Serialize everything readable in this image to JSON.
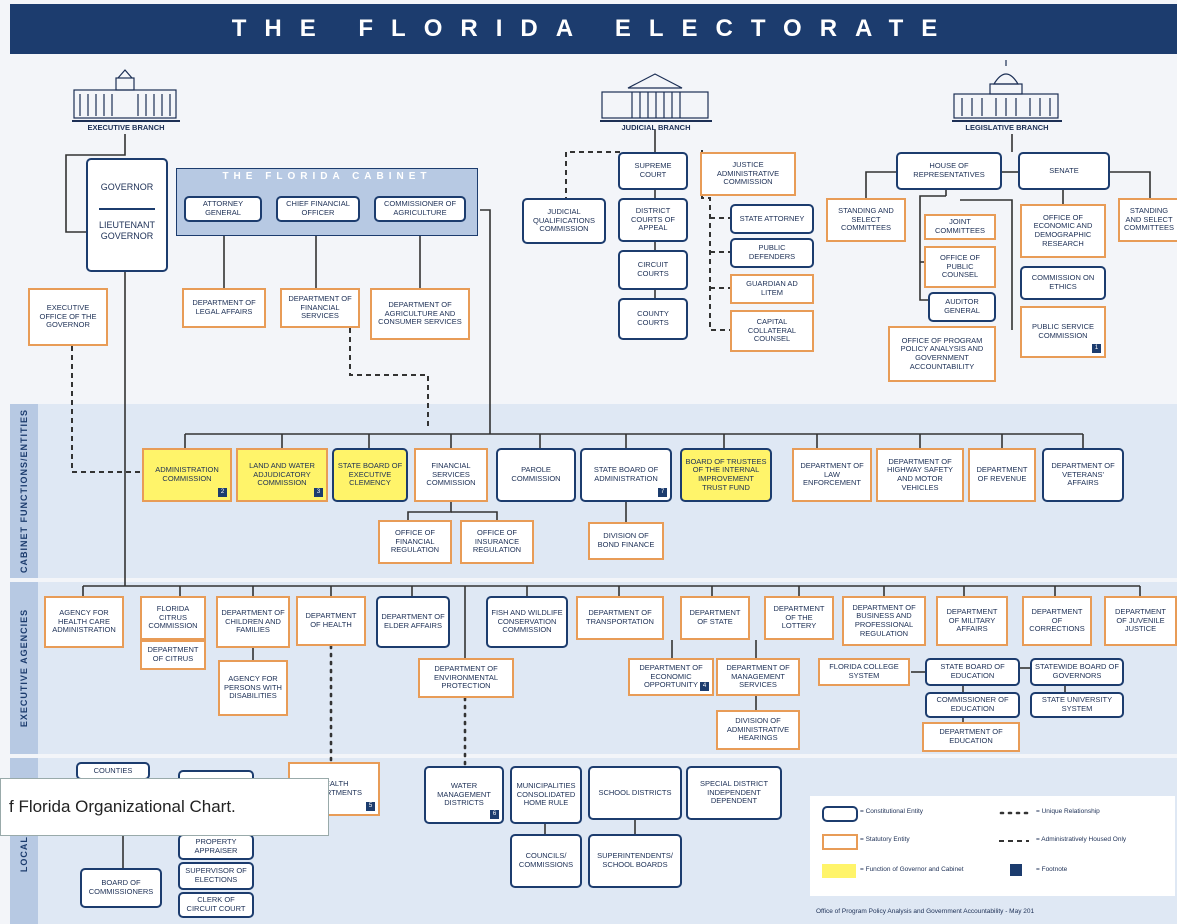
{
  "title": "THE FLORIDA ELECTORATE",
  "branches": {
    "executive": "EXECUTIVE BRANCH",
    "judicial": "JUDICIAL BRANCH",
    "legislative": "LEGISLATIVE BRANCH"
  },
  "side_labels": {
    "cabinet": "CABINET FUNCTIONS/ENTITIES",
    "executive": "EXECUTIVE AGENCIES",
    "local": "LOCAL GOV"
  },
  "cabinet_banner": "THE FLORIDA CABINET",
  "exec": {
    "governor": "GOVERNOR",
    "lt_governor": "LIEUTENANT GOVERNOR",
    "attorney_general": "ATTORNEY GENERAL",
    "cfo": "CHIEF FINANCIAL OFFICER",
    "agriculture": "COMMISSIONER OF AGRICULTURE",
    "eog": "EXECUTIVE OFFICE OF THE GOVERNOR",
    "legal_affairs": "DEPARTMENT OF LEGAL AFFAIRS",
    "financial_services": "DEPARTMENT OF FINANCIAL SERVICES",
    "agri_consumer": "DEPARTMENT OF AGRICULTURE AND CONSUMER SERVICES"
  },
  "judicial": {
    "supreme": "SUPREME COURT",
    "jac": "JUSTICE ADMINISTRATIVE COMMISSION",
    "jqc": "JUDICIAL QUALIFICATIONS COMMISSION",
    "dca": "DISTRICT COURTS OF APPEAL",
    "circuit": "CIRCUIT COURTS",
    "county": "COUNTY COURTS",
    "state_attorney": "STATE ATTORNEY",
    "public_defenders": "PUBLIC DEFENDERS",
    "guardian": "GUARDIAN AD LITEM",
    "capital": "CAPITAL COLLATERAL COUNSEL"
  },
  "legislative": {
    "house": "HOUSE OF REPRESENTATIVES",
    "senate": "SENATE",
    "standing_left": "STANDING AND SELECT COMMITTEES",
    "standing_right": "STANDING AND SELECT COMMITTEES",
    "joint": "JOINT COMMITTEES",
    "edr": "OFFICE OF ECONOMIC AND DEMOGRAPHIC RESEARCH",
    "public_counsel": "OFFICE OF PUBLIC COUNSEL",
    "ethics": "COMMISSION ON ETHICS",
    "auditor": "AUDITOR GENERAL",
    "psc": "PUBLIC SERVICE COMMISSION",
    "oppaga": "OFFICE OF PROGRAM POLICY ANALYSIS AND GOVERNMENT ACCOUNTABILITY"
  },
  "cabinet_entities": [
    {
      "label": "ADMINISTRATION COMMISSION",
      "fn": "2"
    },
    {
      "label": "LAND AND WATER ADJUDICATORY COMMISSION",
      "fn": "3"
    },
    {
      "label": "STATE BOARD OF EXECUTIVE CLEMENCY",
      "fn": ""
    },
    {
      "label": "FINANCIAL SERVICES COMMISSION",
      "fn": ""
    },
    {
      "label": "PAROLE COMMISSION",
      "fn": ""
    },
    {
      "label": "STATE BOARD OF ADMINISTRATION",
      "fn": "7"
    },
    {
      "label": "BOARD OF TRUSTEES OF THE INTERNAL IMPROVEMENT TRUST FUND",
      "fn": ""
    },
    {
      "label": "DEPARTMENT OF LAW ENFORCEMENT",
      "fn": ""
    },
    {
      "label": "DEPARTMENT OF HIGHWAY SAFETY AND MOTOR VEHICLES",
      "fn": ""
    },
    {
      "label": "DEPARTMENT OF REVENUE",
      "fn": ""
    },
    {
      "label": "DEPARTMENT OF VETERANS' AFFAIRS",
      "fn": ""
    }
  ],
  "cabinet_sub": {
    "ofr": "OFFICE OF FINANCIAL REGULATION",
    "oir": "OFFICE OF INSURANCE REGULATION",
    "bond": "DIVISION OF BOND FINANCE"
  },
  "agencies": [
    "AGENCY FOR HEALTH CARE ADMINISTRATION",
    "FLORIDA CITRUS COMMISSION",
    "DEPARTMENT OF CHILDREN AND FAMILIES",
    "DEPARTMENT OF HEALTH",
    "DEPARTMENT OF ELDER AFFAIRS",
    "FISH AND WILDLIFE CONSERVATION COMMISSION",
    "DEPARTMENT OF TRANSPORTATION",
    "DEPARTMENT OF STATE",
    "DEPARTMENT OF THE LOTTERY",
    "DEPARTMENT OF BUSINESS AND PROFESSIONAL REGULATION",
    "DEPARTMENT OF MILITARY AFFAIRS",
    "DEPARTMENT OF CORRECTIONS",
    "DEPARTMENT OF JUVENILE JUSTICE"
  ],
  "agency_sub": {
    "citrus": "DEPARTMENT OF CITRUS",
    "apd": "AGENCY FOR PERSONS WITH DISABILITIES",
    "dep": "DEPARTMENT OF ENVIRONMENTAL PROTECTION",
    "deo": "DEPARTMENT OF ECONOMIC OPPORTUNITY",
    "deo_fn": "4",
    "dms": "DEPARTMENT OF MANAGEMENT SERVICES",
    "doah": "DIVISION OF ADMINISTRATIVE HEARINGS",
    "fcs": "FLORIDA COLLEGE SYSTEM",
    "sbe": "STATE BOARD OF EDUCATION",
    "bog": "STATEWIDE BOARD OF GOVERNORS",
    "commissioner": "COMMISSIONER OF EDUCATION",
    "sus": "STATE UNIVERSITY SYSTEM",
    "doe": "DEPARTMENT OF EDUCATION"
  },
  "local": {
    "counties": "COUNTIES",
    "health_depts": "HEALTH DEPARTMENTS",
    "health_fn": "5",
    "property": "PROPERTY APPRAISER",
    "elections": "SUPERVISOR OF ELECTIONS",
    "clerk": "CLERK OF CIRCUIT COURT",
    "commissioners": "BOARD OF COMMISSIONERS",
    "water": "WATER MANAGEMENT DISTRICTS",
    "water_fn": "6",
    "municipalities": "MUNICIPALITIES CONSOLIDATED HOME RULE",
    "councils": "COUNCILS/ COMMISSIONS",
    "school_districts": "SCHOOL DISTRICTS",
    "superintendents": "SUPERINTENDENTS/ SCHOOL BOARDS",
    "special": "SPECIAL DISTRICT INDEPENDENT DEPENDENT"
  },
  "caption": "f Florida Organizational Chart.",
  "legend": {
    "constitutional": "= Constitutional Entity",
    "statutory": "= Statutory Entity",
    "function": "= Function of Governor and Cabinet",
    "unique": "= Unique Relationship",
    "admin_housed": "= Administratively Housed Only",
    "footnote": "= Footnote"
  },
  "credit": "Office of Program Policy Analysis and Government Accountability - May 201",
  "colors": {
    "navy": "#1c3c6e",
    "orange": "#e89c57",
    "yellow": "#fff46a",
    "band": "#dfe8f4"
  }
}
